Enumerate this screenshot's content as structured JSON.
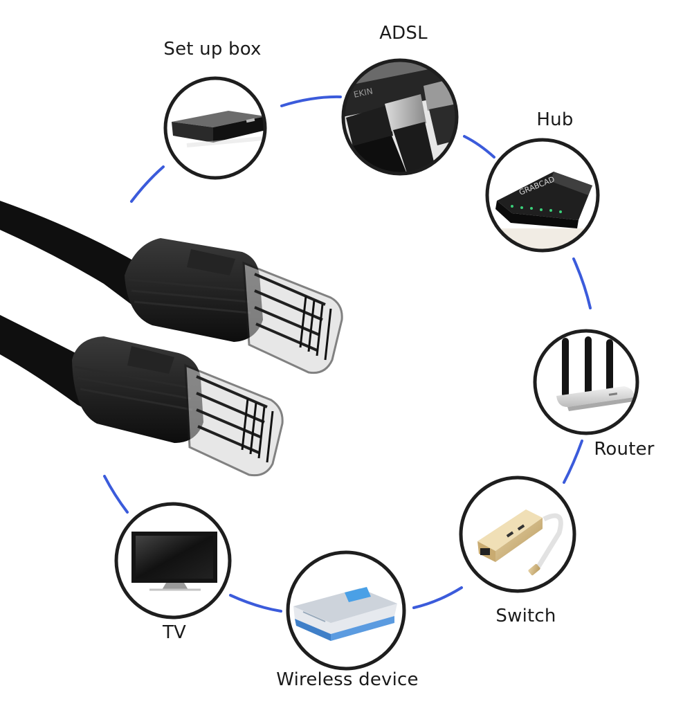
{
  "devices": [
    {
      "id": "set-up-box",
      "label": "Set up box",
      "icon": "set-top-box-icon"
    },
    {
      "id": "adsl",
      "label": "ADSL",
      "icon": "adsl-port-icon",
      "brand_text": "EKIN"
    },
    {
      "id": "hub",
      "label": "Hub",
      "icon": "hub-icon",
      "brand_text": "GRABCAD"
    },
    {
      "id": "router",
      "label": "Router",
      "icon": "router-icon"
    },
    {
      "id": "switch",
      "label": "Switch",
      "icon": "usb-ethernet-adapter-icon"
    },
    {
      "id": "wireless-device",
      "label": "Wireless device",
      "icon": "wireless-device-icon"
    },
    {
      "id": "tv",
      "label": "TV",
      "icon": "tv-icon"
    }
  ],
  "colors": {
    "connector_line": "#3b5bdb",
    "circle_border": "#1e1e1e",
    "cable": "#111111"
  }
}
